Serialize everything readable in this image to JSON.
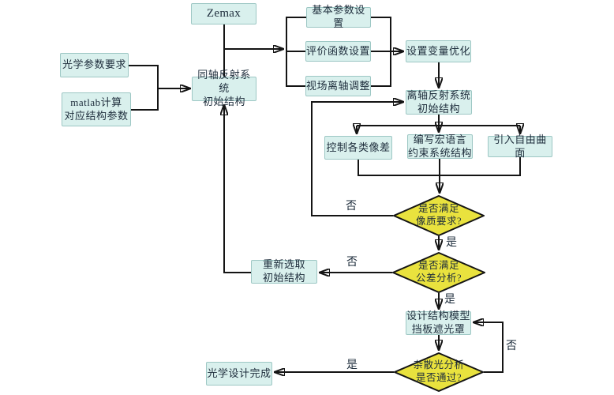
{
  "nodes": {
    "zemax": "Zemax",
    "optical_requirements": "光学参数要求",
    "matlab_parameters": "matlab计算\n对应结构参数",
    "coaxial_initial": "同轴反射系统\n初始结构",
    "basic_parameter_setting": "基本参数设置",
    "merit_function_setting": "评价函数设置",
    "field_offaxis_adjustment": "视场离轴调整",
    "variable_optimization": "设置变量优化",
    "offaxis_initial": "离轴反射系统\n初始结构",
    "aberration_control": "控制各类像差",
    "macro_constraint": "编写宏语言\n约束系统结构",
    "freeform_surface": "引入自由曲面",
    "image_quality_check": "是否满足\n像质要求?",
    "tolerance_check": "是否满足\n公差分析?",
    "reselect_initial": "重新选取\n初始结构",
    "structure_model": "设计结构模型\n挡板遮光罩",
    "stray_light_check": "杂散光分析\n是否通过?",
    "design_complete": "光学设计完成"
  },
  "labels": {
    "yes": "是",
    "no": "否"
  },
  "colors": {
    "box_fill": "#d9f0ed",
    "box_border": "#9dc7c4",
    "diamond_fill": "#e9e23e",
    "line_color": "#141414",
    "text_color": "#1d2c3b",
    "background": "#ffffff"
  }
}
